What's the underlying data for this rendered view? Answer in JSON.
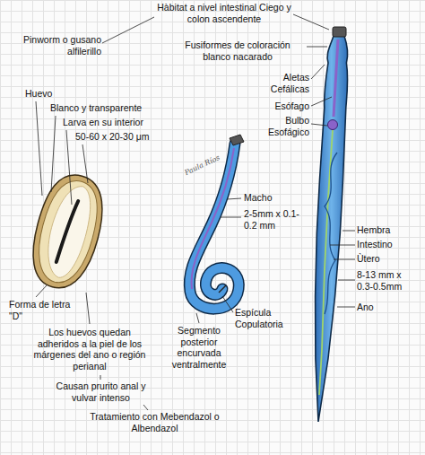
{
  "diagram": {
    "labels": [
      "Hàbitat a nivel intestinal Ciego y colon ascendente",
      "Pinworm o gusano alfilerillo",
      "Fusiformes de coloración blanco nacarado",
      "Aletas Cefálicas",
      "Esófago",
      "Bulbo Esofágico",
      "Huevo",
      "Blanco y transparente",
      "Larva en su interior",
      "50-60 x 20-30 μm",
      "Macho",
      "2-5mm x 0.1-0.2 mm",
      "Hembra",
      "Intestino",
      "Ùtero",
      "8-13 mm x 0.3-0.5mm",
      "Ano",
      "Forma de letra \"D\"",
      "Los huevos quedan adheridos a la piel de los márgenes del ano o región perianal",
      "Causan prurito anal y vulvar intenso",
      "Tratamiento con Mebendazol o Albendazol",
      "Segmento posterior encurvada ventralmente",
      "Espícula Copulatoria",
      "Paula Ríos"
    ]
  }
}
